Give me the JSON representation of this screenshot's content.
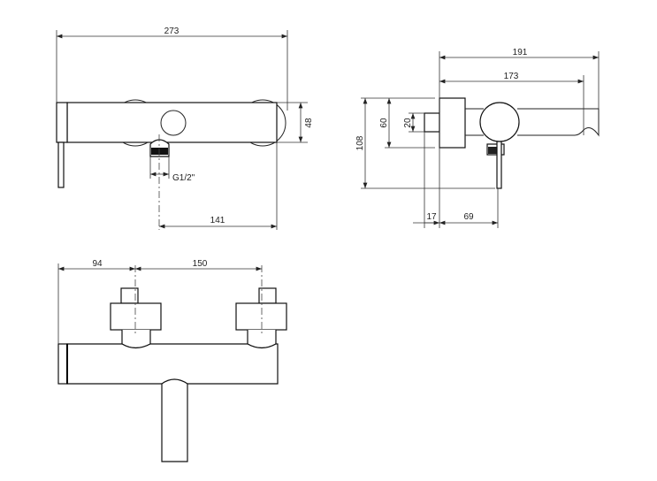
{
  "front_view": {
    "width": "273",
    "height": "48",
    "thread": "G1/2\"",
    "inlet_to_end": "141"
  },
  "side_view": {
    "depth_total": "191",
    "depth_spout": "173",
    "height_total": "108",
    "plate_height": "60",
    "nipple_height": "20",
    "nipple_depth": "17",
    "handle_offset": "69"
  },
  "top_view": {
    "edge_to_inlet": "94",
    "inlet_spacing": "150"
  }
}
